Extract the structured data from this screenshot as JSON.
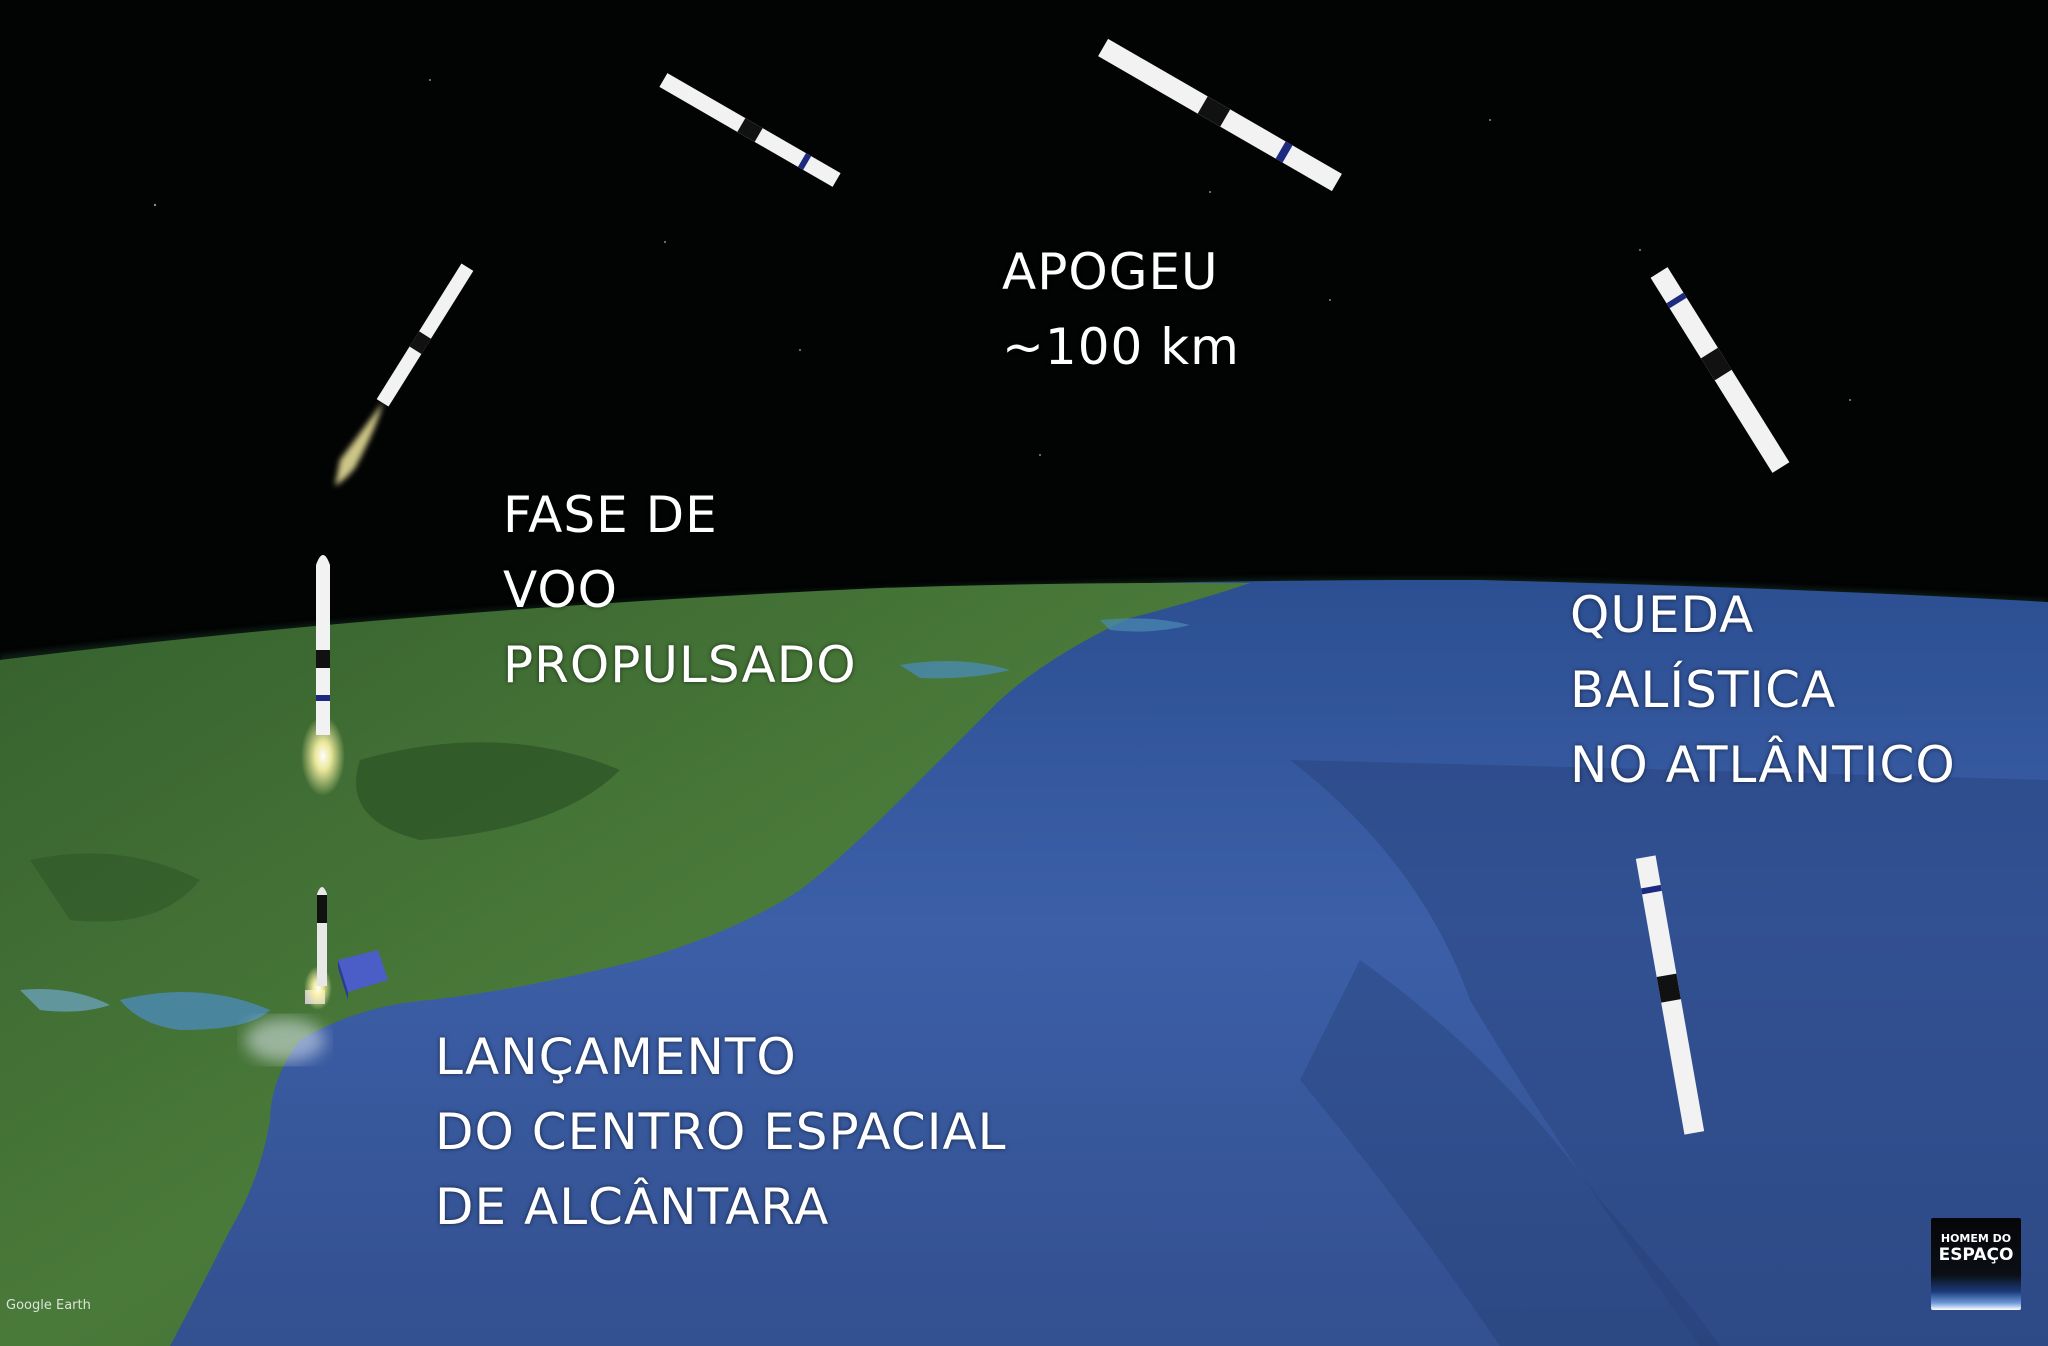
{
  "labels": {
    "apogeu": [
      "APOGEU",
      "~100 km"
    ],
    "fase": [
      "FASE DE",
      "VOO",
      "PROPULSADO"
    ],
    "queda": [
      "QUEDA",
      "BALÍSTICA",
      "NO ATLÂNTICO"
    ],
    "lancamento": [
      "LANÇAMENTO",
      "DO CENTRO ESPACIAL",
      "DE ALCÂNTARA"
    ]
  },
  "logo": {
    "line1": "HOMEM DO",
    "line2": "ESPAÇO"
  },
  "credit": {
    "google_earth": "Google Earth"
  },
  "colors": {
    "space": "#020303",
    "land": "#3f6e34",
    "ocean": "#3c5fa8",
    "text": "#ffffff",
    "glow": "#fff6a8"
  }
}
